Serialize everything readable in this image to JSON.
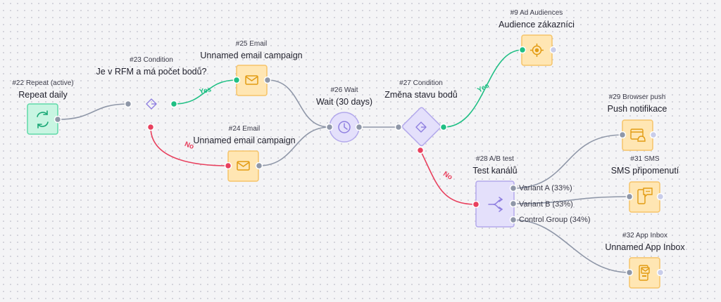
{
  "nodes": {
    "n22": {
      "id": "#22 Repeat (active)",
      "name": "Repeat daily"
    },
    "n23": {
      "id": "#23 Condition",
      "name": "Je v RFM a má počet bodů?"
    },
    "n25": {
      "id": "#25 Email",
      "name": "Unnamed email campaign"
    },
    "n24": {
      "id": "#24 Email",
      "name": "Unnamed email campaign"
    },
    "n26": {
      "id": "#26 Wait",
      "name": "Wait (30 days)"
    },
    "n27": {
      "id": "#27 Condition",
      "name": "Změna stavu bodů"
    },
    "n9": {
      "id": "#9 Ad Audiences",
      "name": "Audience zákazníci"
    },
    "n28": {
      "id": "#28 A/B test",
      "name": "Test kanálů"
    },
    "n29": {
      "id": "#29 Browser push",
      "name": "Push notifikace"
    },
    "n31": {
      "id": "#31 SMS",
      "name": "SMS připomenutí"
    },
    "n32": {
      "id": "#32 App Inbox",
      "name": "Unnamed App Inbox"
    }
  },
  "edges": {
    "yes": "Yes",
    "no": "No"
  },
  "ab_branches": {
    "a": "Variant A (33%)",
    "b": "Variant B (33%)",
    "control": "Control Group (34%)"
  },
  "colors": {
    "yes": "#1fbf84",
    "no": "#e8405e",
    "connector": "#8f97a8",
    "repeat_fill": "#c8f5e2",
    "repeat_border": "#5fd9a8",
    "logic_fill": "#e4e0fb",
    "logic_border": "#b3a9ec",
    "action_fill": "#ffe6b3",
    "action_border": "#f6c469"
  },
  "icons": {
    "n22": "refresh-icon",
    "n23": "condition-icon",
    "n25": "envelope-icon",
    "n24": "envelope-icon",
    "n26": "clock-icon",
    "n27": "condition-icon",
    "n9": "target-icon",
    "n28": "split-icon",
    "n29": "browser-bell-icon",
    "n31": "sms-phone-icon",
    "n32": "app-inbox-icon"
  }
}
